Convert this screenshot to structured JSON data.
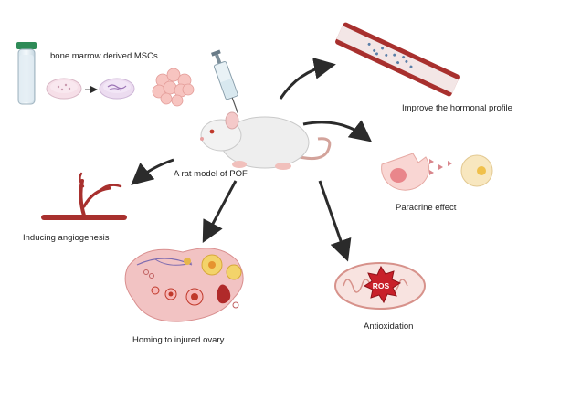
{
  "labels": {
    "source": "bone marrow derived MSCs",
    "model": "A rat model of POF",
    "hormonal": "Improve the hormonal profile",
    "paracrine": "Paracrine effect",
    "angiogenesis": "Inducing angiogenesis",
    "homing": "Homing to injured ovary",
    "antioxidation": "Antioxidation",
    "ros": "ROS"
  },
  "icons": [
    "tube-icon",
    "petri-dish-icon",
    "cell-cluster-icon",
    "syringe-icon",
    "rat-icon",
    "blood-vessel-icon",
    "cell-secretion-icon",
    "branching-vessel-icon",
    "ovary-icon",
    "mitochondrion-icon"
  ],
  "colors": {
    "arrow": "#2b2b2b",
    "vessel": "#a8302e",
    "vessel_light": "#e8a8a0",
    "ovary": "#f2c3c3",
    "ros": "#c8202a"
  }
}
